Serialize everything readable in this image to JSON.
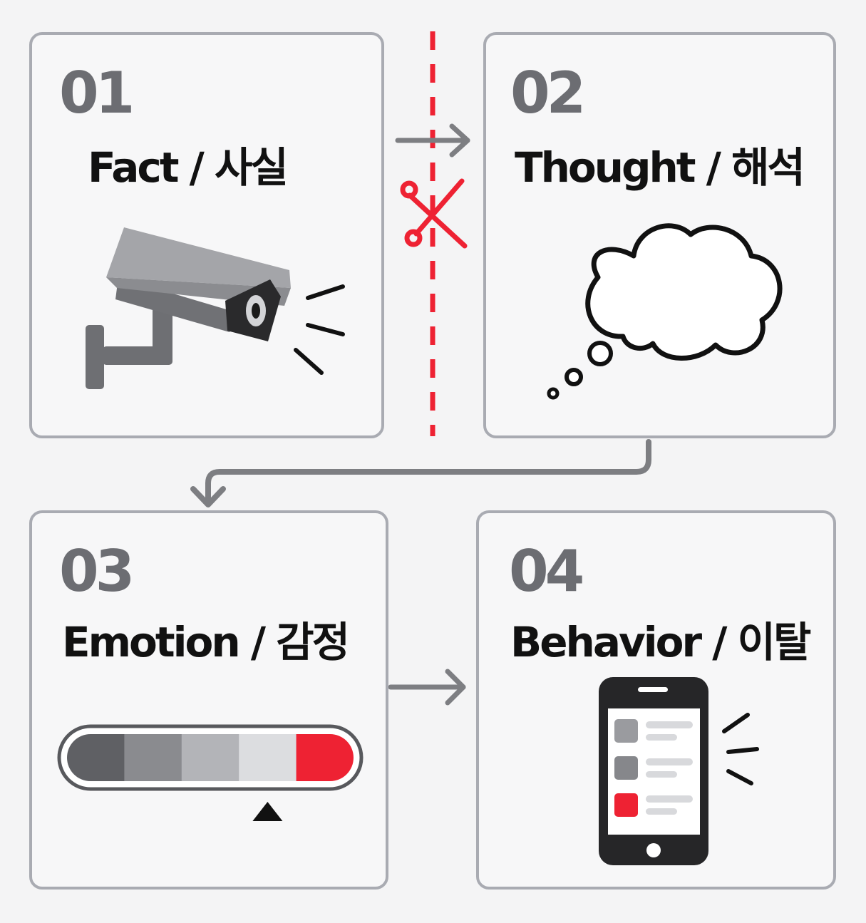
{
  "steps": [
    {
      "number": "01",
      "title": "Fact / 사실",
      "icon": "security-camera-icon"
    },
    {
      "number": "02",
      "title": "Thought / 해석",
      "icon": "thought-bubble-icon"
    },
    {
      "number": "03",
      "title": "Emotion / 감정",
      "icon": "emotion-gauge-icon"
    },
    {
      "number": "04",
      "title": "Behavior / 이탈",
      "icon": "smartphone-icon"
    }
  ],
  "emotion_gauge": {
    "segment_colors": [
      "#5f6064",
      "#8a8b8f",
      "#b3b4b8",
      "#dcdde0",
      "#ee2233"
    ],
    "indicator_position": 0.7
  },
  "colors": {
    "accent": "#ee2233",
    "border": "#a9abb2",
    "arrow": "#7d7e82",
    "number": "#6c6d72",
    "title": "#111111"
  }
}
